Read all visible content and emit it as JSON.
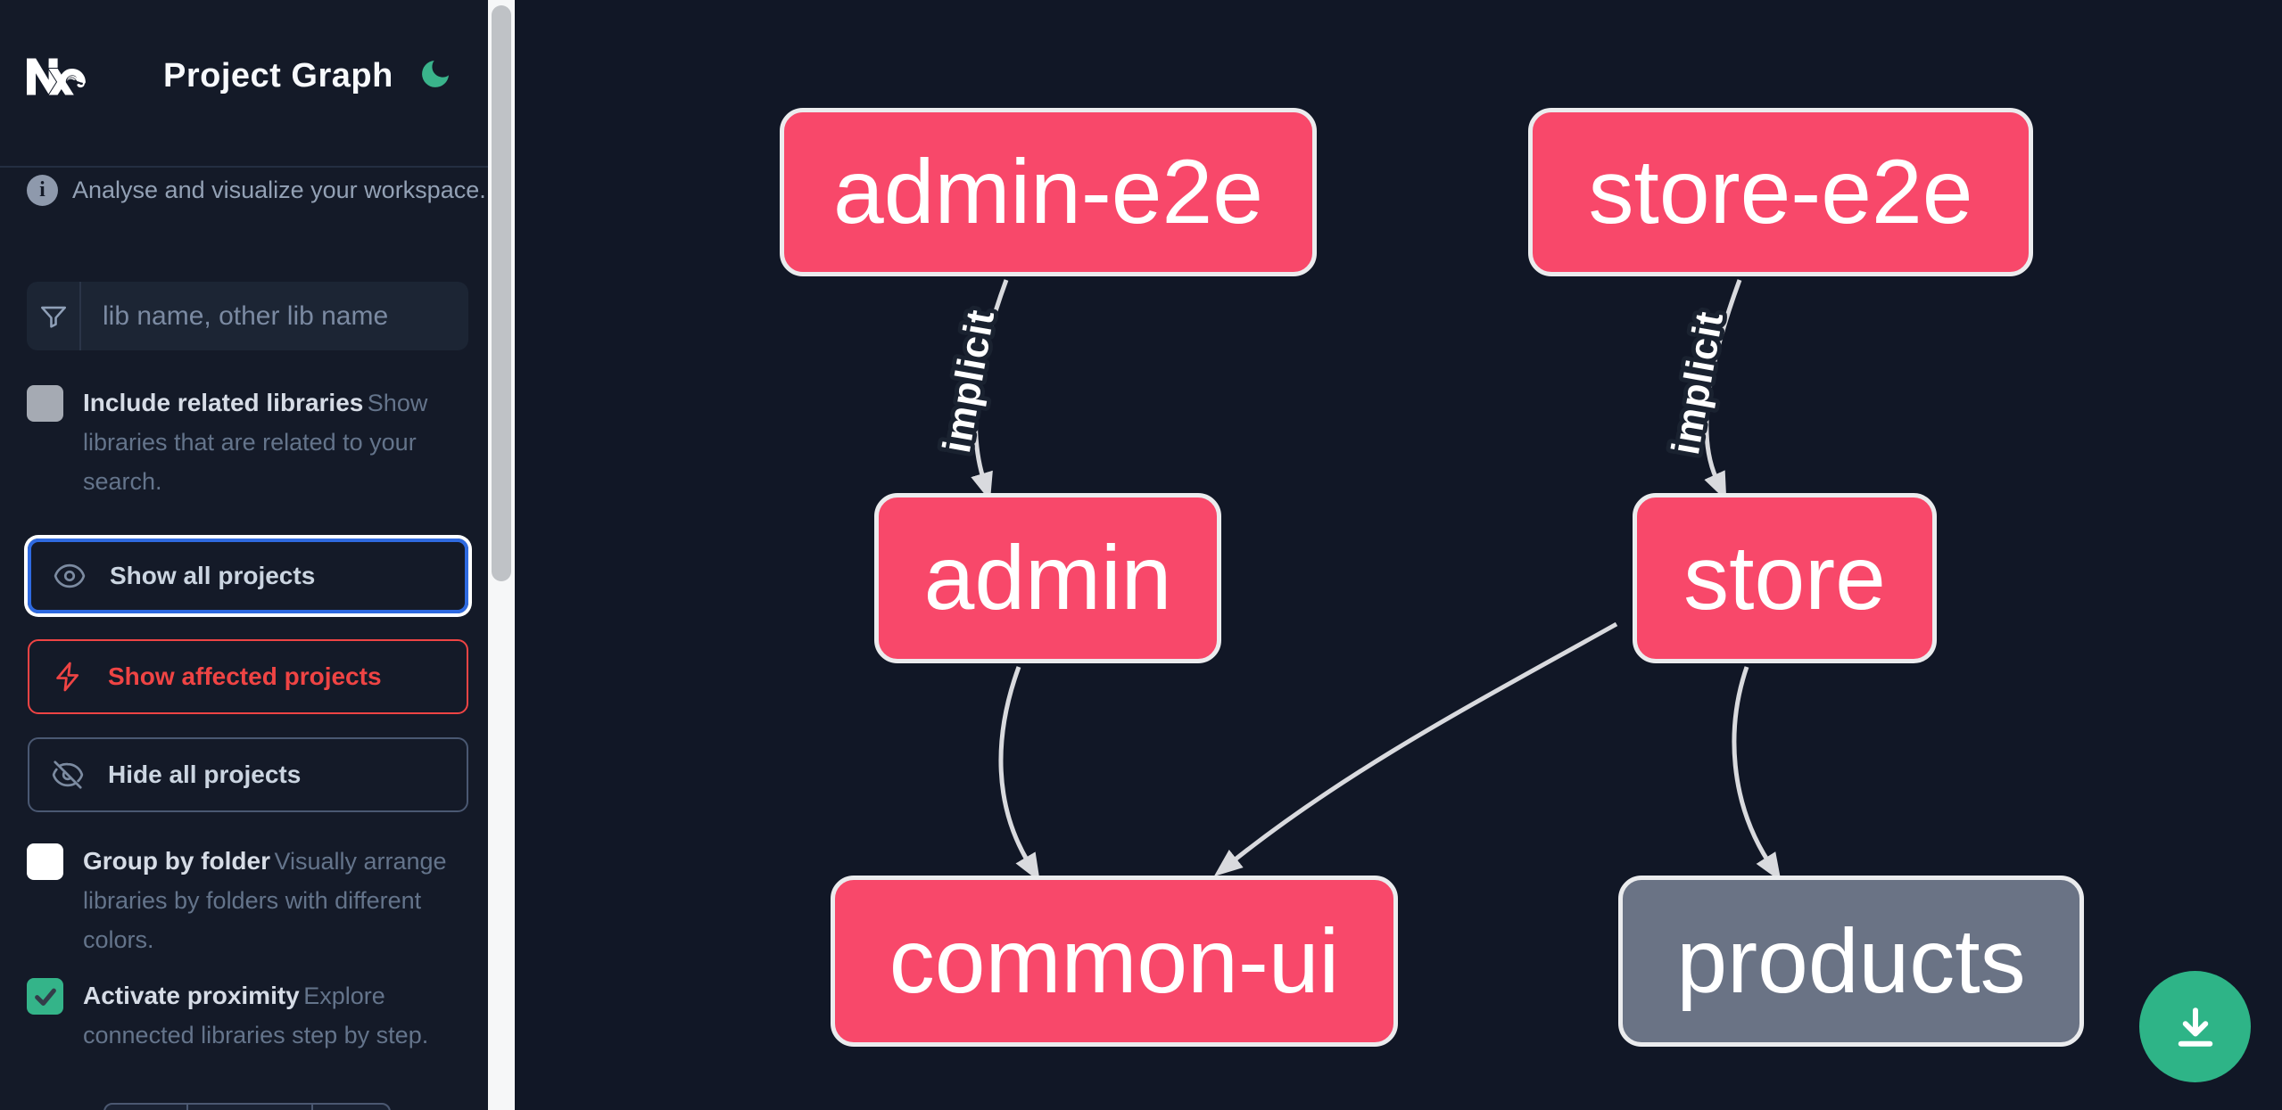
{
  "app": {
    "title": "Project Graph"
  },
  "sidebar": {
    "subtitle": "Analyse and visualize your workspace.",
    "search": {
      "placeholder": "lib name, other lib name"
    },
    "checkboxes": [
      {
        "label": "Include related libraries",
        "description": "Show libraries that are related to your search.",
        "checked": false
      },
      {
        "label": "Group by folder",
        "description": "Visually arrange libraries by folders with different colors.",
        "checked": false
      },
      {
        "label": "Activate proximity",
        "description": "Explore connected libraries step by step.",
        "checked": true
      }
    ],
    "buttons": [
      {
        "label": "Show all projects"
      },
      {
        "label": "Show affected projects"
      },
      {
        "label": "Hide all projects"
      }
    ]
  },
  "graph": {
    "nodes": [
      {
        "id": "admin-e2e",
        "label": "admin-e2e",
        "style": "affected"
      },
      {
        "id": "store-e2e",
        "label": "store-e2e",
        "style": "affected"
      },
      {
        "id": "admin",
        "label": "admin",
        "style": "affected"
      },
      {
        "id": "store",
        "label": "store",
        "style": "affected"
      },
      {
        "id": "common-ui",
        "label": "common-ui",
        "style": "affected"
      },
      {
        "id": "products",
        "label": "products",
        "style": "plain"
      }
    ],
    "edges": [
      {
        "from": "admin-e2e",
        "to": "admin",
        "label": "implicit"
      },
      {
        "from": "store-e2e",
        "to": "store",
        "label": "implicit"
      },
      {
        "from": "admin",
        "to": "common-ui",
        "label": ""
      },
      {
        "from": "store",
        "to": "common-ui",
        "label": ""
      },
      {
        "from": "store",
        "to": "products",
        "label": ""
      }
    ]
  },
  "colors": {
    "accent_green": "#34b489",
    "affected_red": "#ef4444",
    "focus_blue": "#2f6ae0",
    "node_pink": "#f8486a",
    "node_gray": "#6a7385",
    "edge_gray": "#d9dade"
  }
}
